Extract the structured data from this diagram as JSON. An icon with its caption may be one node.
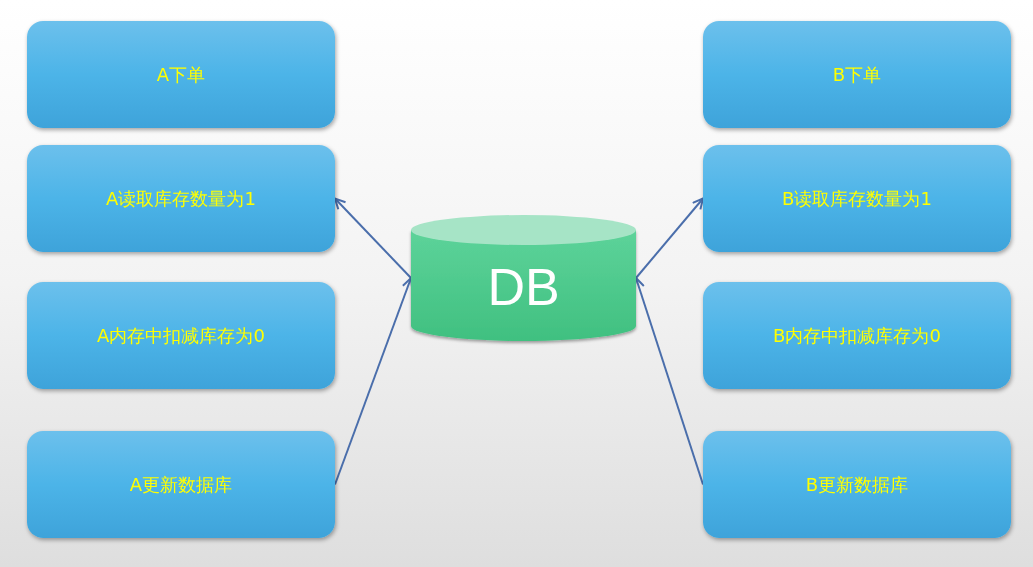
{
  "diagram": {
    "nodes": [
      {
        "text": [
          "A下单"
        ]
      },
      {
        "text": [
          "B下单"
        ]
      },
      {
        "text": [
          "A读取库存数量为1"
        ]
      },
      {
        "text": [
          "B读取库存数量为1"
        ]
      },
      {
        "text": [
          "DB"
        ]
      },
      {
        "text": [
          "A内存中扣减库存为0"
        ]
      },
      {
        "text": [
          "B内存中扣减库存为0"
        ]
      },
      {
        "text": [
          "A更新数据库"
        ]
      },
      {
        "text": [
          "B更新数据库"
        ]
      }
    ],
    "edges": [
      {
        "from": 4,
        "to": 2,
        "arrow": "to"
      },
      {
        "from": 7,
        "to": 4,
        "arrow": "to"
      },
      {
        "from": 4,
        "to": 3,
        "arrow": "to"
      },
      {
        "from": 8,
        "to": 4,
        "arrow": "to"
      }
    ]
  }
}
